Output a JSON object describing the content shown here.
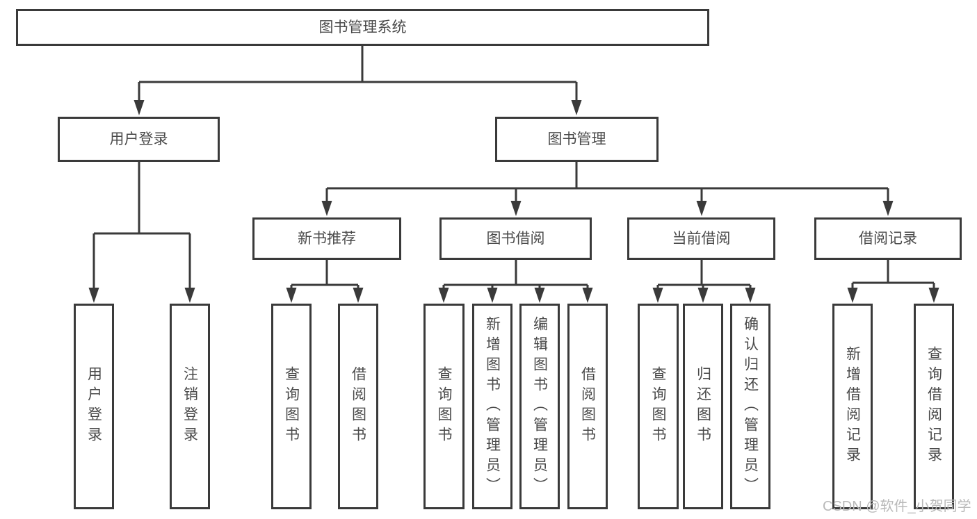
{
  "diagram": {
    "root": {
      "label": "图书管理系统"
    },
    "level2": [
      {
        "label": "用户登录"
      },
      {
        "label": "图书管理"
      }
    ],
    "level3": [
      {
        "label": "新书推荐"
      },
      {
        "label": "图书借阅"
      },
      {
        "label": "当前借阅"
      },
      {
        "label": "借阅记录"
      }
    ],
    "leaves": [
      {
        "group": "用户登录",
        "label": "用户登录"
      },
      {
        "group": "用户登录",
        "label": "注销登录"
      },
      {
        "group": "新书推荐",
        "label": "查询图书"
      },
      {
        "group": "新书推荐",
        "label": "借阅图书"
      },
      {
        "group": "图书借阅",
        "label": "查询图书"
      },
      {
        "group": "图书借阅",
        "label": "新增图书（管理员）"
      },
      {
        "group": "图书借阅",
        "label": "编辑图书（管理员）"
      },
      {
        "group": "图书借阅",
        "label": "借阅图书"
      },
      {
        "group": "当前借阅",
        "label": "查询图书"
      },
      {
        "group": "当前借阅",
        "label": "归还图书"
      },
      {
        "group": "当前借阅",
        "label": "确认归还（管理员）"
      },
      {
        "group": "借阅记录",
        "label": "新增借阅记录"
      },
      {
        "group": "借阅记录",
        "label": "查询借阅记录"
      }
    ],
    "colors": {
      "line": "#3a3a3a",
      "text": "#4a4a4a",
      "box_fill": "#ffffff",
      "background": "#ffffff",
      "watermark_color": "#b9b9b9"
    }
  },
  "watermark": {
    "text": "CSDN @软件_小贺同学"
  }
}
